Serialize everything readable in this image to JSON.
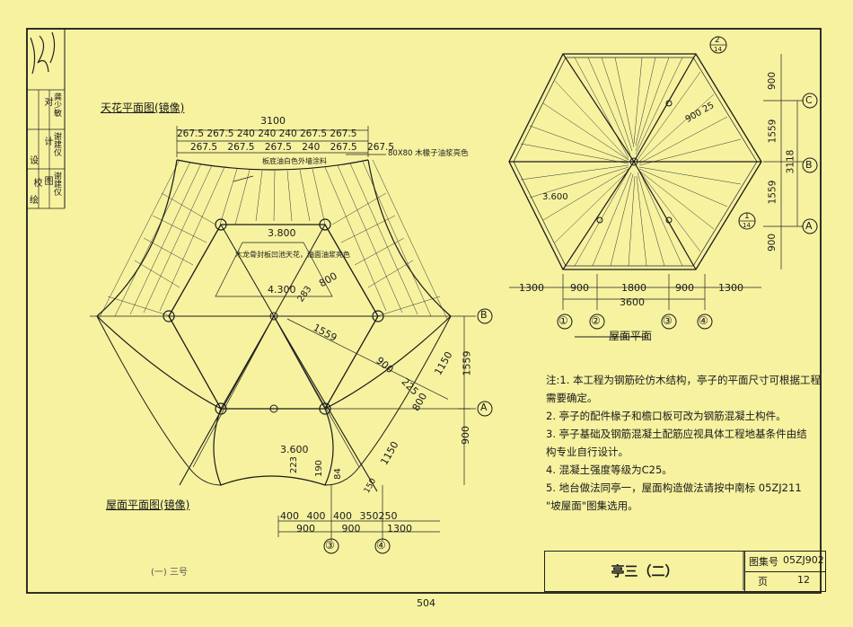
{
  "sheet": {
    "page_number": "504",
    "watermark_left": "(一) 三号"
  },
  "sign_block": {
    "roles": [
      "校",
      "设",
      "绘"
    ],
    "roles2": [
      "对",
      "计",
      "图"
    ],
    "names": [
      "龚少敏",
      "谢建仪",
      "谢建仪"
    ]
  },
  "ceiling_plan": {
    "title": "天花平面图(镜像)",
    "dim_total": "3100",
    "dims_row1": [
      "267.5",
      "267.5",
      "240",
      "240",
      "240",
      "267.5",
      "267.5"
    ],
    "dims_row2": [
      "267.5",
      "267.5",
      "267.5",
      "240",
      "267.5",
      "267.5"
    ],
    "note_rafter": "80X80 木椽子油浆亮色",
    "note_ceiling": "板底油白色外墙涂料",
    "note_keel": "木龙骨封板凹池天花，油面油浆亮色",
    "dim_3800": "3.800",
    "dim_4300": "4.300",
    "dim_283": "283",
    "dim_800": "800"
  },
  "roof_plan_mirror": {
    "title": "屋面平面图(镜像)",
    "dim_1559": "1559",
    "dim_900": "900",
    "dim_225": "225",
    "dim_800": "800",
    "dim_1150a": "1150",
    "dim_1559v": "1559",
    "dim_900v": "900",
    "dim_1150b": "1150",
    "dim_3600": "3.600",
    "dim_223": "223",
    "dim_190": "190",
    "dim_84": "84",
    "dim_150": "150",
    "bottom_dims": [
      "400",
      "400",
      "400",
      "350",
      "250"
    ],
    "bottom_dims2": [
      "900",
      "900",
      "1300"
    ],
    "axes": [
      "③",
      "④"
    ],
    "axis_b": "B",
    "axis_a": "A"
  },
  "roof_plan": {
    "title": "屋面平面",
    "callout_top": "2",
    "callout_top_sub": "14",
    "callout_mid": "1",
    "callout_mid_sub": "14",
    "right_dims": [
      "900",
      "1559",
      "1559",
      "900"
    ],
    "right_total": "3118",
    "axes_right": [
      "C",
      "B",
      "A"
    ],
    "bottom_dims": [
      "1300",
      "900",
      "1800",
      "900",
      "1300"
    ],
    "bottom_total": "3600",
    "axes_bottom": [
      "①",
      "②",
      "③",
      "④"
    ],
    "dim_900_25": "900 25",
    "dim_3600": "3.600"
  },
  "notes": {
    "lines": [
      "注:1. 本工程为钢筋砼仿木结构，亭子的平面尺寸可根据工程",
      "       需要确定。",
      "    2. 亭子的配件椽子和檐口板可改为钢筋混凝土构件。",
      "    3. 亭子基础及钢筋混凝土配筋应视具体工程地基条件由结",
      "       构专业自行设计。",
      "    4. 混凝土强度等级为C25。",
      "    5. 地台做法同亭一，屋面构造做法请按中南标 05ZJ211",
      "       \"坡屋面\"图集选用。"
    ]
  },
  "title_block": {
    "title": "亭三（二）",
    "atlas_label": "图集号",
    "atlas_value": "05ZJ902",
    "page_label": "页",
    "page_value": "12"
  }
}
